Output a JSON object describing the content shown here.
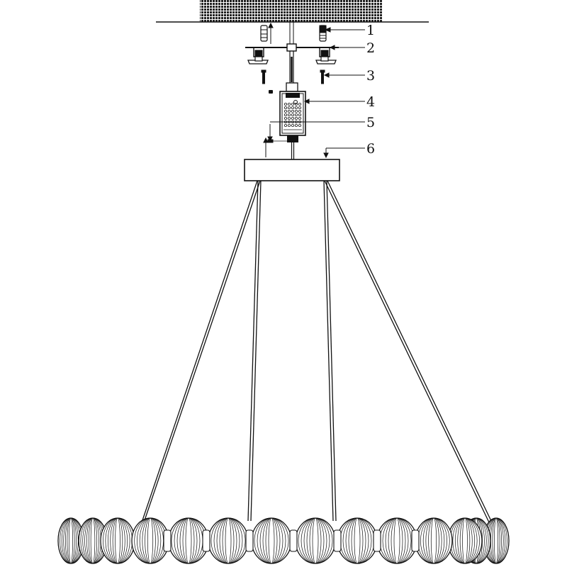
{
  "diagram": {
    "callouts": [
      {
        "number": "1",
        "part": "anchor-plug"
      },
      {
        "number": "2",
        "part": "mounting-bracket"
      },
      {
        "number": "3",
        "part": "screw"
      },
      {
        "number": "4",
        "part": "driver-box"
      },
      {
        "number": "5",
        "part": "terminal-block"
      },
      {
        "number": "6",
        "part": "canopy"
      }
    ],
    "colors": {
      "line": "#111111",
      "ceiling": "#222222",
      "background": "#ffffff"
    },
    "globe_count": 15
  }
}
